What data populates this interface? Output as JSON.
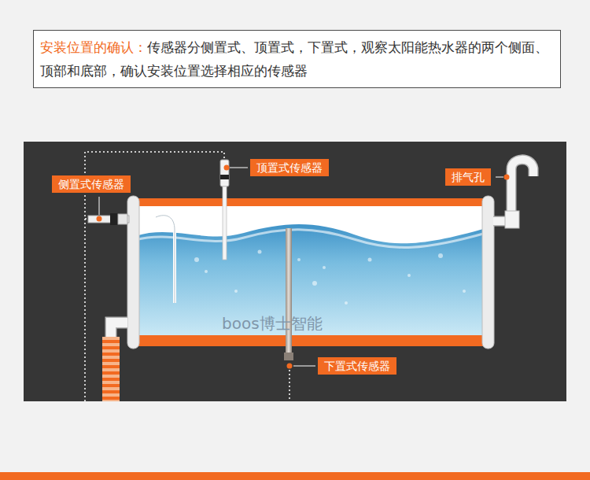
{
  "diagram": {
    "nodes": [
      {
        "text": [
          "安装位置的确认：",
          "传感器分侧置式、顶置式，下置式，观察太阳能热水器的两个侧面、顶部和底部，确认安装位置选择相应的传感器"
        ]
      },
      {
        "text": [
          "侧置式传感器"
        ]
      },
      {
        "text": [
          "顶置式传感器"
        ]
      },
      {
        "text": [
          "排气孔"
        ]
      },
      {
        "text": [
          "下置式传感器"
        ]
      }
    ],
    "labels": [
      "boos博士智能"
    ]
  }
}
